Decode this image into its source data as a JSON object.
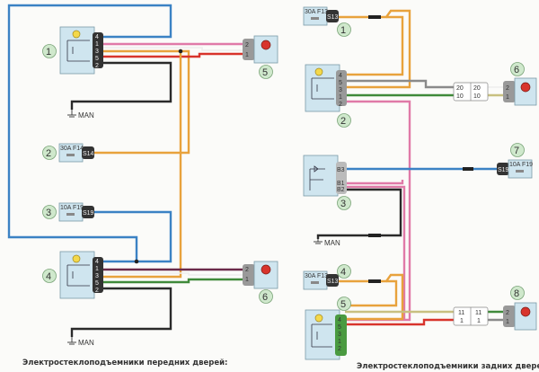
{
  "captions": {
    "front": "Электростеклоподъемники передних дверей:",
    "rear": "Электростеклоподъемники задних дверей:"
  },
  "ground_label": "MAN",
  "wire_colors": {
    "blue": "#3b82c4",
    "pink": "#e07aa8",
    "orange": "#e8a23c",
    "red": "#d8342c",
    "black": "#2a2a2a",
    "green": "#3f8a3a",
    "grey": "#8a8a8a",
    "brown": "#6b2a4a",
    "white": "#eeeeee",
    "olive": "#c8c080"
  },
  "front": {
    "components": [
      {
        "id": "1",
        "type": "switch",
        "pins": [
          "4",
          "1",
          "3",
          "5",
          "2"
        ]
      },
      {
        "id": "2",
        "type": "fuse",
        "rating": "30A F14",
        "connector": "S14"
      },
      {
        "id": "3",
        "type": "fuse",
        "rating": "10A F19",
        "connector": "S19"
      },
      {
        "id": "4",
        "type": "switch",
        "pins": [
          "4",
          "1",
          "3",
          "5",
          "2"
        ]
      },
      {
        "id": "5",
        "type": "motor",
        "pins": [
          "2",
          "1"
        ],
        "symbol": "M"
      },
      {
        "id": "6",
        "type": "motor",
        "pins": [
          "2",
          "1"
        ],
        "symbol": "M"
      }
    ]
  },
  "rear": {
    "components": [
      {
        "id": "1",
        "type": "fuse",
        "rating": "30A F13",
        "connector": "S13"
      },
      {
        "id": "2",
        "type": "switch",
        "pins": [
          "4",
          "5",
          "3",
          "1",
          "2"
        ]
      },
      {
        "id": "3",
        "type": "switch-block",
        "pins": [
          "B3",
          "B1",
          "B2"
        ]
      },
      {
        "id": "4",
        "type": "fuse",
        "rating": "30A F13",
        "connector": "S13"
      },
      {
        "id": "5",
        "type": "switch",
        "pins": [
          "4",
          "5",
          "3",
          "1",
          "2"
        ]
      },
      {
        "id": "6",
        "type": "motor",
        "pins": [
          "2",
          "1"
        ],
        "symbol": "M"
      },
      {
        "id": "7",
        "type": "fuse",
        "rating": "10A F19",
        "connector": "S19"
      },
      {
        "id": "8",
        "type": "motor",
        "pins": [
          "2",
          "1"
        ],
        "symbol": "M"
      }
    ],
    "connectors": [
      {
        "name": "door-connector-upper",
        "pins_top": [
          "20",
          "20"
        ],
        "pins_bottom": [
          "10",
          "10"
        ]
      },
      {
        "name": "door-connector-lower",
        "pins_top": [
          "11",
          "11"
        ],
        "pins_bottom": [
          "1",
          "1"
        ]
      }
    ]
  }
}
